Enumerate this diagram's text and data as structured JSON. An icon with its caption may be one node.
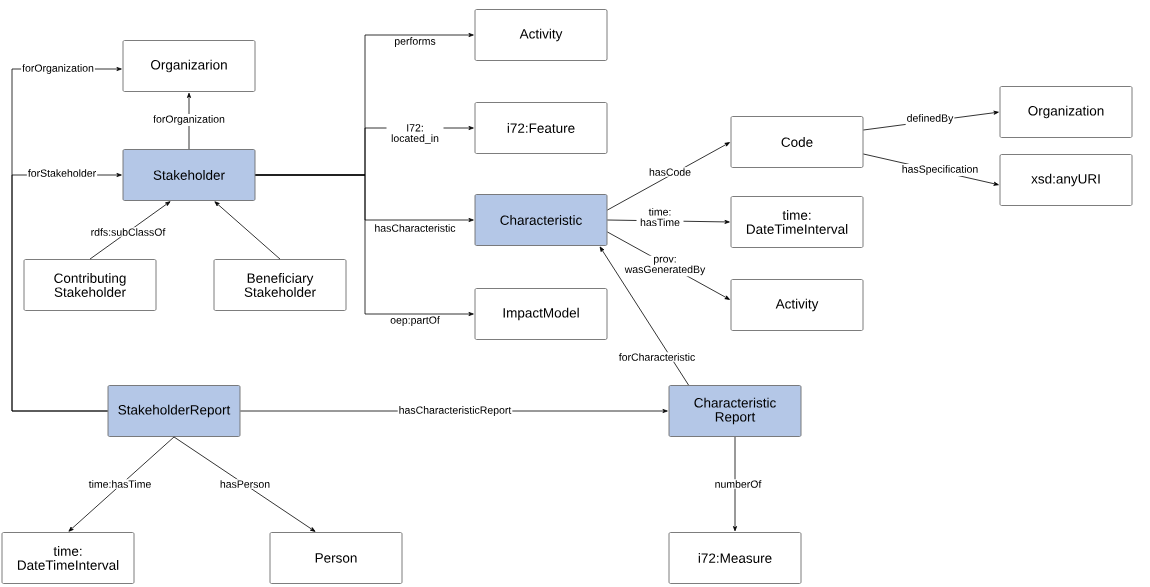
{
  "diagram": {
    "nodes": [
      {
        "text": [
          "Organizarion"
        ]
      },
      {
        "text": [
          "Stakeholder"
        ]
      },
      {
        "text": [
          "Contributing Stakeholder"
        ]
      },
      {
        "text": [
          "Beneficiary Stakeholder"
        ]
      },
      {
        "text": [
          "Activity"
        ]
      },
      {
        "text": [
          "i72:Feature"
        ]
      },
      {
        "text": [
          "Characteristic"
        ]
      },
      {
        "text": [
          "ImpactModel"
        ]
      },
      {
        "text": [
          "Code"
        ]
      },
      {
        "text": [
          "Organization"
        ]
      },
      {
        "text": [
          "xsd:anyURI"
        ]
      },
      {
        "text": [
          "time: DateTimeInterval"
        ]
      },
      {
        "text": [
          "Activity"
        ]
      },
      {
        "text": [
          "StakeholderReport"
        ]
      },
      {
        "text": [
          "Characteristic Report"
        ]
      },
      {
        "text": [
          "time: DateTimeInterval"
        ]
      },
      {
        "text": [
          "Person"
        ]
      },
      {
        "text": [
          "i72:Measure"
        ]
      }
    ],
    "edges": [
      {
        "from": 1,
        "to": 0,
        "arrow": "to",
        "label": "forOrganization"
      },
      {
        "from": 2,
        "to": 1,
        "arrow": "to",
        "label": "rdfs:subClassOf"
      },
      {
        "from": 3,
        "to": 1,
        "arrow": "to"
      },
      {
        "from": 1,
        "to": 4,
        "arrow": "to",
        "label": "performs"
      },
      {
        "from": 1,
        "to": 5,
        "arrow": "to",
        "label": "I72: located_in"
      },
      {
        "from": 1,
        "to": 6,
        "arrow": "to",
        "label": "hasCharacteristic"
      },
      {
        "from": 1,
        "to": 7,
        "arrow": "to",
        "label": "oep:partOf"
      },
      {
        "from": 6,
        "to": 8,
        "arrow": "to",
        "label": "hasCode"
      },
      {
        "from": 6,
        "to": 11,
        "arrow": "to",
        "label": "time: hasTime"
      },
      {
        "from": 6,
        "to": 12,
        "arrow": "to",
        "label": "prov: wasGeneratedBy"
      },
      {
        "from": 8,
        "to": 9,
        "arrow": "to",
        "label": "definedBy"
      },
      {
        "from": 8,
        "to": 10,
        "arrow": "to",
        "label": "hasSpecification"
      },
      {
        "from": 13,
        "to": 0,
        "arrow": "to",
        "label": "forOrganization"
      },
      {
        "from": 13,
        "to": 1,
        "arrow": "to",
        "label": "forStakeholder"
      },
      {
        "from": 13,
        "to": 14,
        "arrow": "to",
        "label": "hasCharacteristicReport"
      },
      {
        "from": 14,
        "to": 6,
        "arrow": "to",
        "label": "forCharacteristic"
      },
      {
        "from": 13,
        "to": 15,
        "arrow": "to",
        "label": "time:hasTime"
      },
      {
        "from": 13,
        "to": 16,
        "arrow": "to",
        "label": "hasPerson"
      },
      {
        "from": 14,
        "to": 17,
        "arrow": "to",
        "label": "numberOf"
      }
    ]
  }
}
